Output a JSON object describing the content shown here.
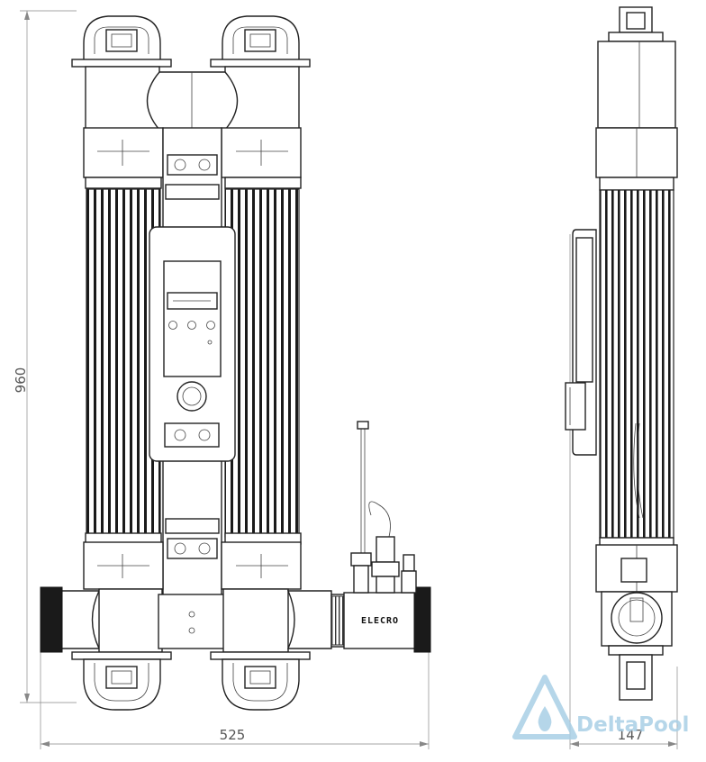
{
  "dimensions": {
    "height": "960",
    "width": "525",
    "depth": "147"
  },
  "product": {
    "brand_label": "ELECRO"
  },
  "watermark": {
    "text": "DeltaPool",
    "color": "#a9cfe6"
  },
  "icons": [
    "water-drop-triangle-logo"
  ]
}
